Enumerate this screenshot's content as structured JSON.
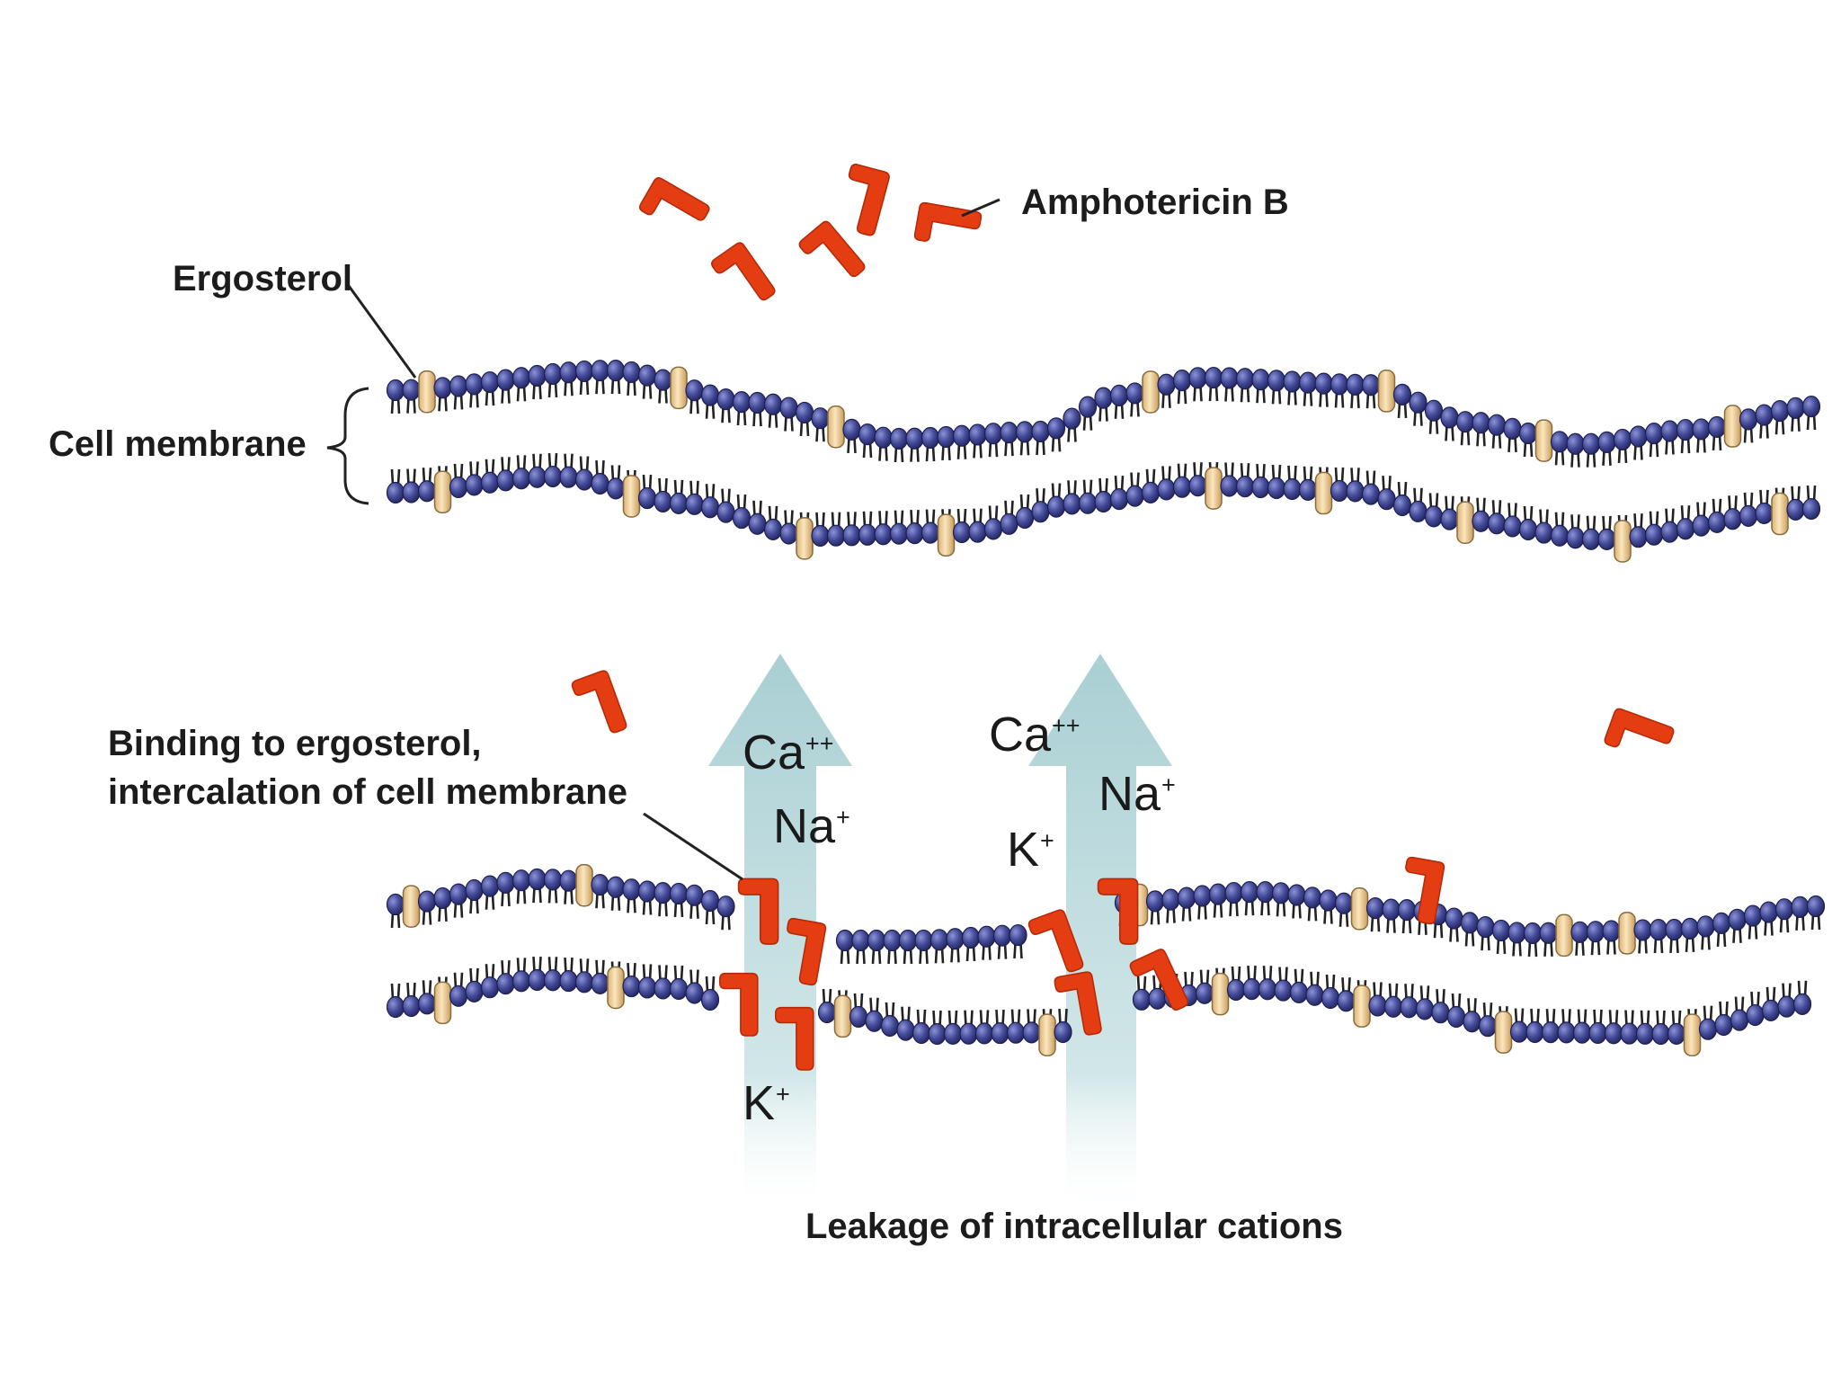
{
  "labels": {
    "amphotericin": "Amphotericin B",
    "ergosterol": "Ergosterol",
    "cell_membrane": "Cell membrane",
    "binding_line1": "Binding to ergosterol,",
    "binding_line2": "intercalation of cell membrane",
    "leakage": "Leakage of intracellular cations"
  },
  "ions": {
    "arrow1": {
      "ca": "Ca",
      "ca_charge": "++",
      "na": "Na",
      "na_charge": "+",
      "k": "K",
      "k_charge": "+"
    },
    "arrow2": {
      "ca": "Ca",
      "ca_charge": "++",
      "na": "Na",
      "na_charge": "+",
      "k": "K",
      "k_charge": "+"
    }
  },
  "colors": {
    "head": "#3b3f86",
    "head_light": "#7f86c8",
    "tail": "#222222",
    "ergosterol": "#f3d4a0",
    "ergosterol_edge": "#8a6b3c",
    "amphotericin": "#e53d12",
    "arrow": "#a9cfd3"
  }
}
